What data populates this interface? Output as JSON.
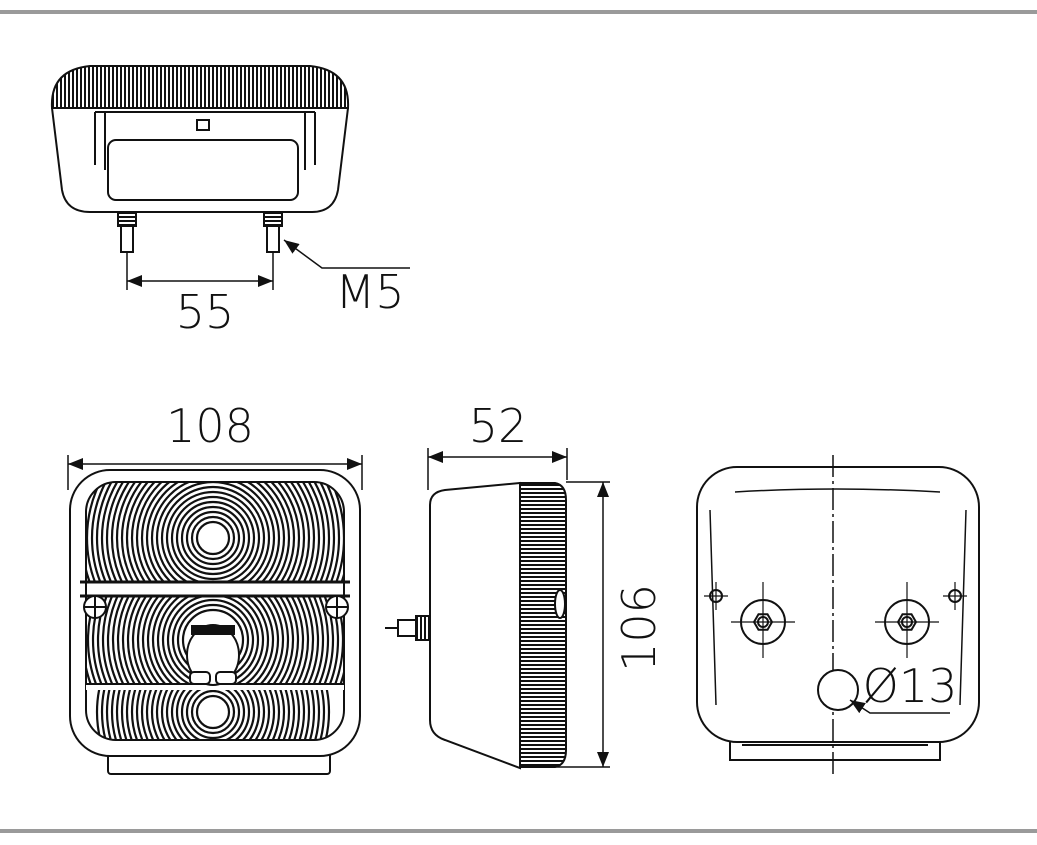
{
  "dimensions": {
    "stud_spacing": "55",
    "thread": "M5",
    "width": "108",
    "depth": "52",
    "height": "106",
    "hole_diameter": "Ø13"
  },
  "colors": {
    "rule": "#9a9a9a",
    "line": "#111111"
  }
}
